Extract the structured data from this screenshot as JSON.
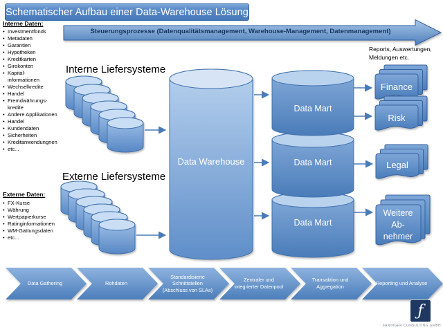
{
  "slide": {
    "title": "Schematischer Aufbau einer Data-Warehouse Lösung"
  },
  "steering": {
    "label": "Steuerungsprozesse (Datenqualitätsmanagement, Warehouse-Management, Datenmanagement)"
  },
  "internal_data": {
    "heading": "Interne Daten:",
    "items": [
      "Investmentfonds",
      "Metadaten",
      "Garantien",
      "Hypotheken",
      "Kreditkarten",
      "Girokonten",
      "Kapital-\ninformationen",
      "Wechselkredite",
      "Handel",
      "Fremdwährungs-\nkredite",
      "Andere Applikationen",
      "Handel",
      "Kundendaten",
      "Sicherheiten",
      "Kreditanwendungnen",
      "etc..."
    ]
  },
  "external_data": {
    "heading": "Externe Daten:",
    "items": [
      "FX-Kurse",
      "Währung",
      "Wertpapierkurse",
      "Ratinginformationen",
      "WM-Gattungsdaten",
      "etc..."
    ]
  },
  "sources": {
    "internal_label": "Interne Liefersysteme",
    "external_label": "Externe Liefersysteme"
  },
  "warehouse": {
    "label": "Data Warehouse"
  },
  "marts": [
    {
      "label": "Data Mart"
    },
    {
      "label": "Data Mart"
    },
    {
      "label": "Data Mart"
    }
  ],
  "outputs": {
    "note": "Reports, Auswertungen, Meldungen etc.",
    "consumers": [
      {
        "label": "Finance"
      },
      {
        "label": "Risk"
      },
      {
        "label": "Legal"
      },
      {
        "label": "Weitere\nAb-\nnehmer"
      }
    ]
  },
  "process_steps": [
    {
      "label": "Data Gathering"
    },
    {
      "label": "Rohdaten"
    },
    {
      "label": "Standardisierte Schnittstellen (Abschluss von SLAs)"
    },
    {
      "label": "Zentraler und integrierter Datenpool"
    },
    {
      "label": "Transaktion und Aggregation"
    },
    {
      "label": "Reporting und Analyse"
    }
  ],
  "footer": {
    "logo_monogram": "ƒ",
    "company": "FANINGER CONSULTING GMBH"
  },
  "colors": {
    "accent": "#4F81BD",
    "logo_navy": "#1E3862"
  }
}
